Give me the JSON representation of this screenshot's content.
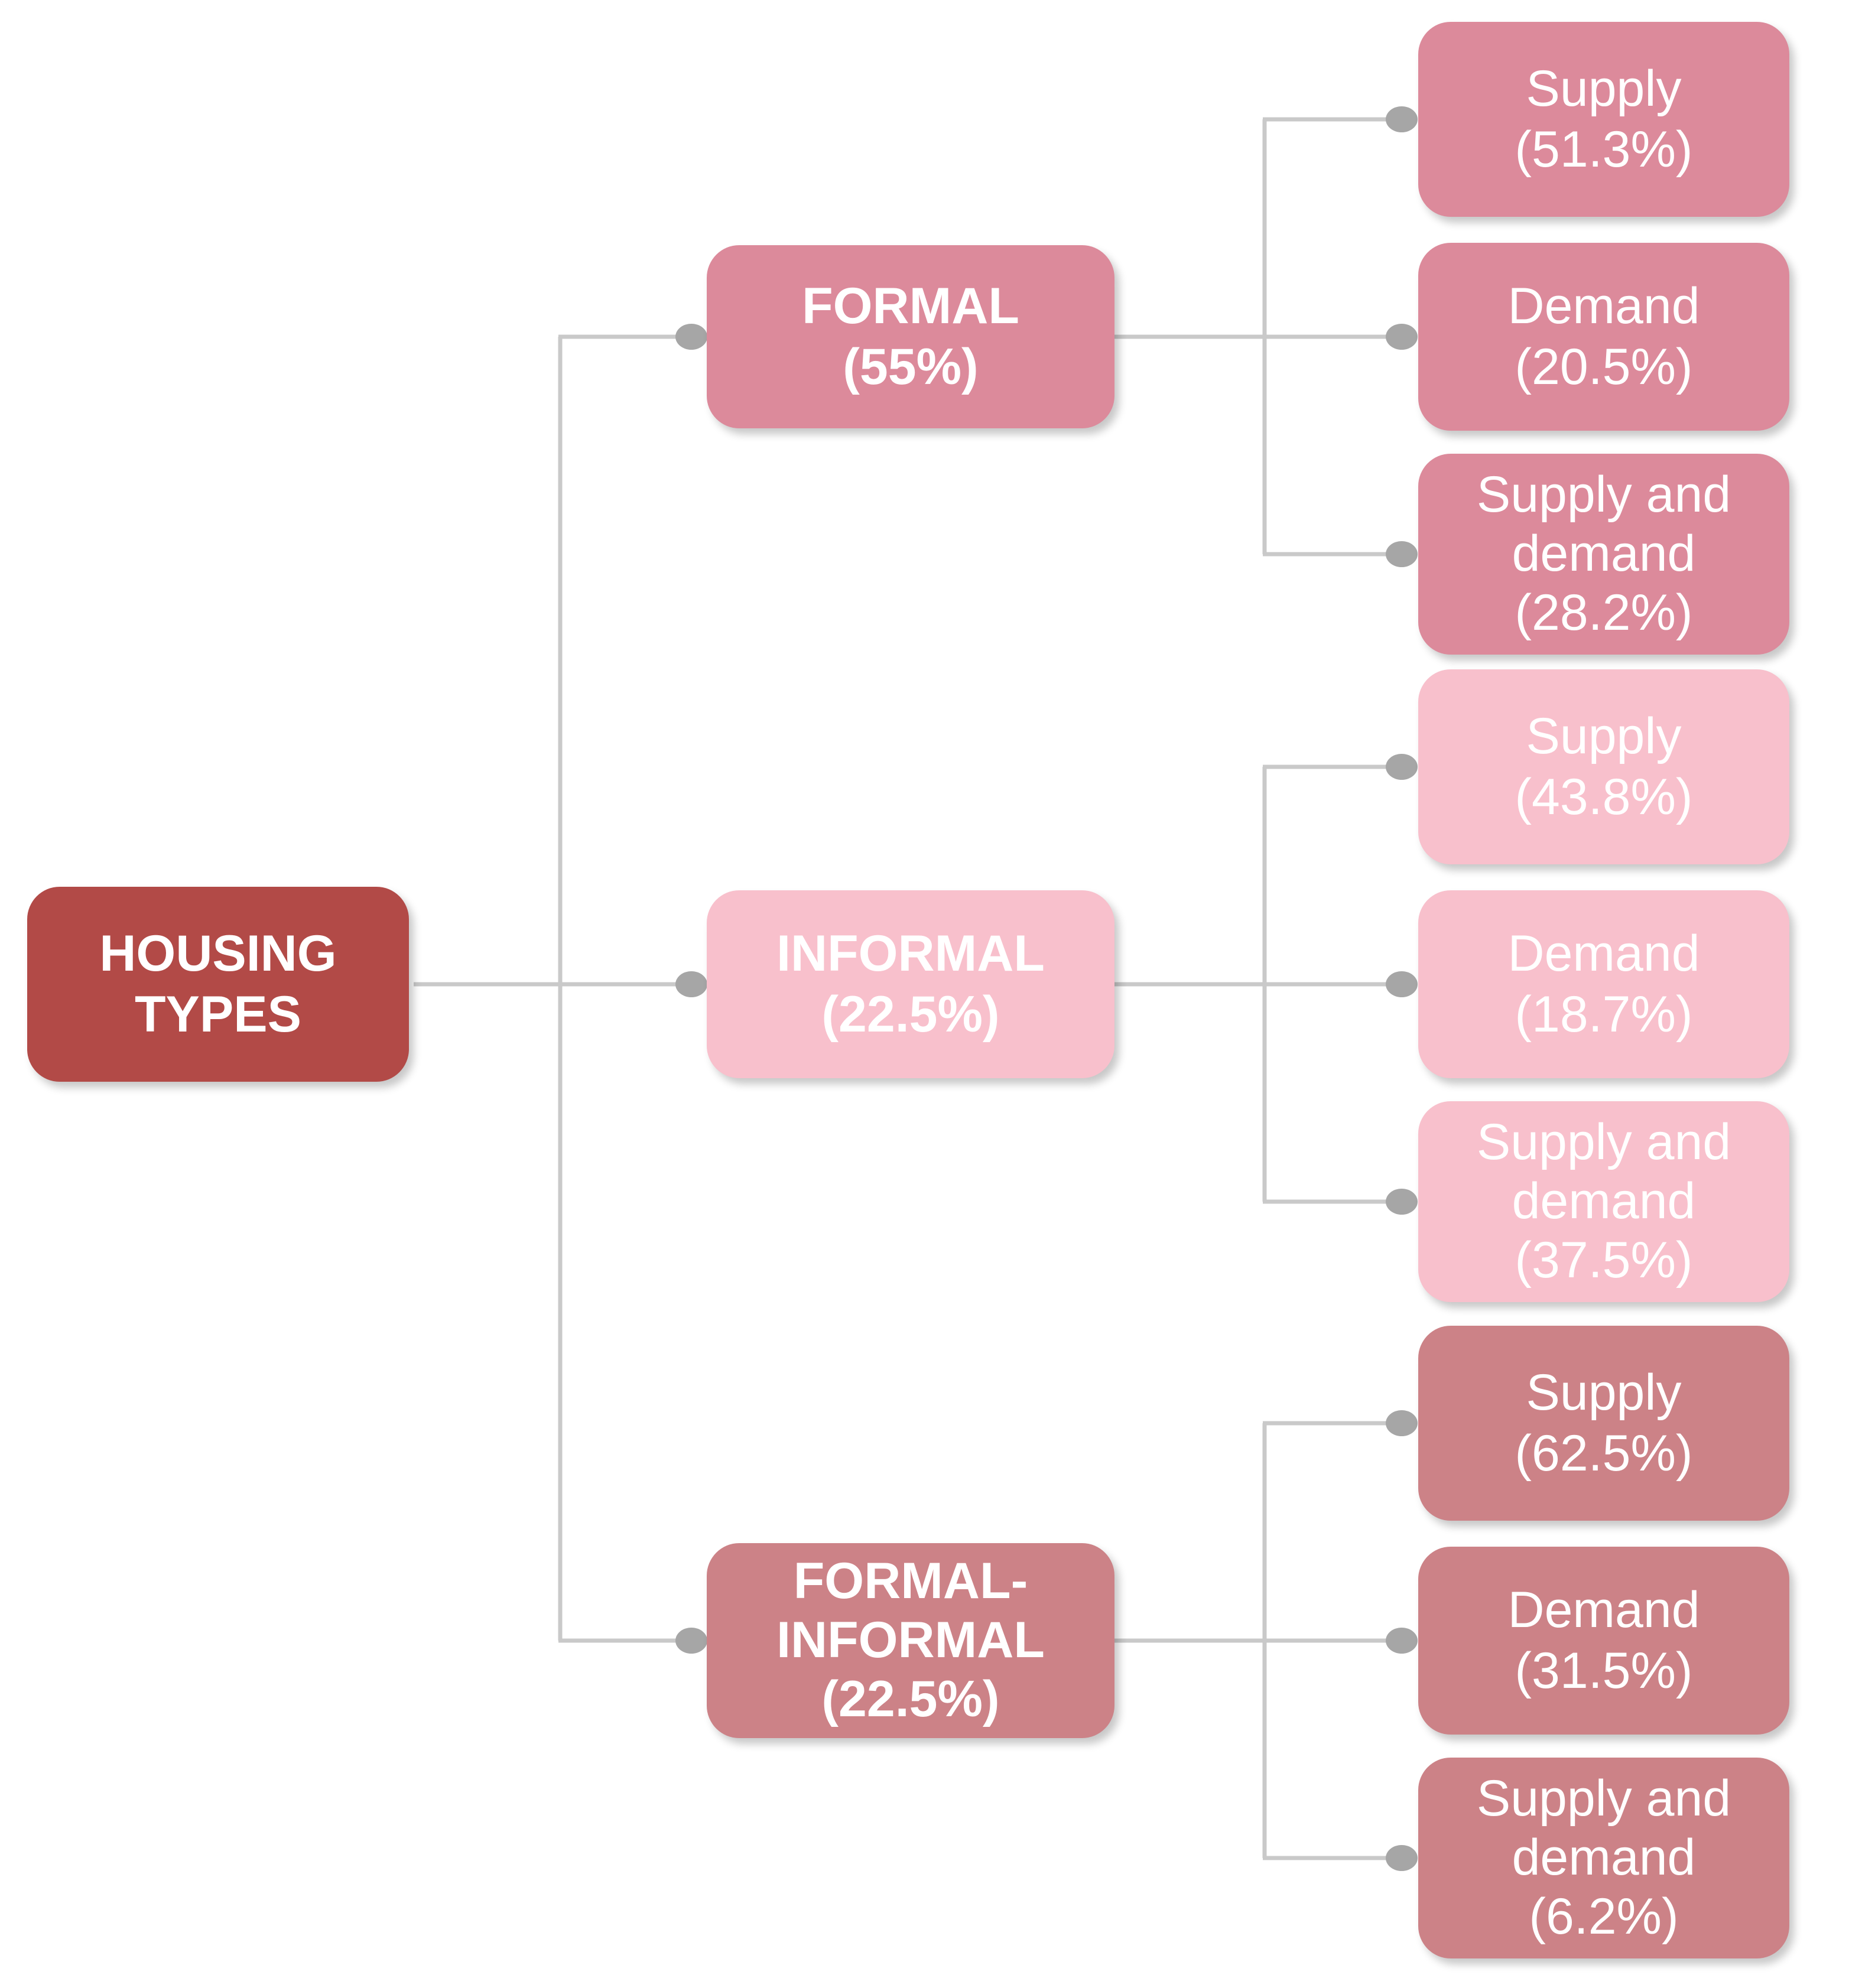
{
  "diagram": {
    "type": "hierarchy-tree",
    "orientation": "left-to-right",
    "root": {
      "name": "HOUSING TYPES",
      "label": "HOUSING\nTYPES",
      "color": "#b24a47"
    },
    "branches": [
      {
        "name": "FORMAL",
        "percent": "55%",
        "label": "FORMAL\n(55%)",
        "color": "#dc8a9b",
        "children": [
          {
            "name": "Supply",
            "percent": "51.3%",
            "label": "Supply\n(51.3%)"
          },
          {
            "name": "Demand",
            "percent": "20.5%",
            "label": "Demand\n(20.5%)"
          },
          {
            "name": "Supply and demand",
            "percent": "28.2%",
            "label": "Supply and\ndemand\n(28.2%)"
          }
        ]
      },
      {
        "name": "INFORMAL",
        "percent": "22.5%",
        "label": "INFORMAL\n(22.5%)",
        "color": "#f8c0cc",
        "children": [
          {
            "name": "Supply",
            "percent": "43.8%",
            "label": "Supply\n(43.8%)"
          },
          {
            "name": "Demand",
            "percent": "18.7%",
            "label": "Demand\n(18.7%)"
          },
          {
            "name": "Supply and demand",
            "percent": "37.5%",
            "label": "Supply and\ndemand\n(37.5%)"
          }
        ]
      },
      {
        "name": "FORMAL-INFORMAL",
        "percent": "22.5%",
        "label": "FORMAL-\nINFORMAL\n(22.5%)",
        "color": "#cc8287",
        "children": [
          {
            "name": "Supply",
            "percent": "62.5%",
            "label": "Supply\n(62.5%)"
          },
          {
            "name": "Demand",
            "percent": "31.5%",
            "label": "Demand\n(31.5%)"
          },
          {
            "name": "Supply and demand",
            "percent": "6.2%",
            "label": "Supply and\ndemand\n(6.2%)"
          }
        ]
      }
    ],
    "colors": {
      "background": "#ffffff",
      "text": "#ffffff",
      "line": "#c9c9c9",
      "dot": "#a6a6a6"
    }
  }
}
